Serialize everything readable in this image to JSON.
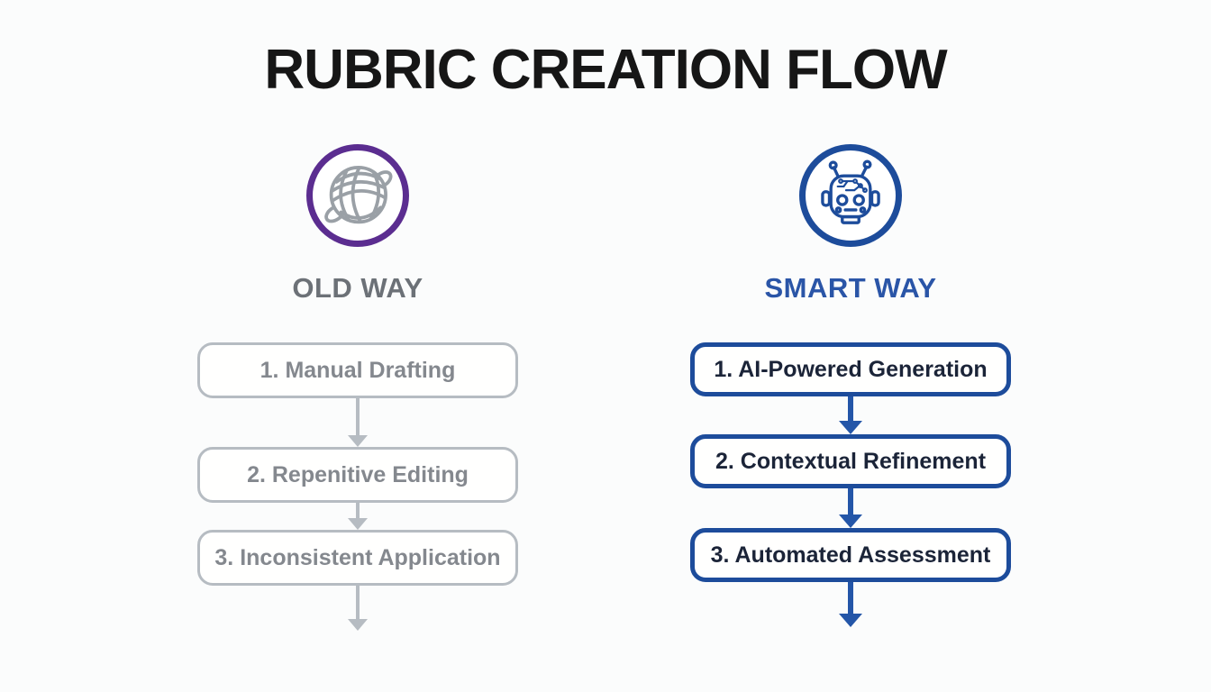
{
  "title": "RUBRIC CREATION FLOW",
  "colors": {
    "bg": "#fbfcfc",
    "title": "#161616",
    "purple": "#5b2d90",
    "blue": "#1d4c9b",
    "blue-arrow": "#2456a8",
    "blue-label": "#2a55a7",
    "gray-border": "#b6bcc2",
    "gray-text": "#84888e",
    "gray-label": "#6c7177",
    "navy-text": "#1b2438"
  },
  "columns": {
    "old": {
      "label": "OLD WAY",
      "icon": "yarn-ball-icon",
      "steps": [
        "1. Manual Drafting",
        "2. Repenitive Editing",
        "3. Inconsistent Application"
      ]
    },
    "smart": {
      "label": "SMART WAY",
      "icon": "robot-icon",
      "steps": [
        "1. AI-Powered Generation",
        "2. Contextual Refinement",
        "3. Automated Assessment"
      ]
    }
  }
}
